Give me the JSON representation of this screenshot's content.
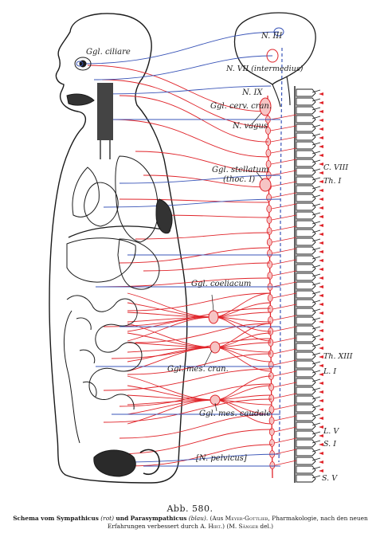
{
  "figure_number": "Abb. 580.",
  "caption": {
    "bold": "Schema vom Sympathicus",
    "sym_paren": "(rot)",
    "und": "und",
    "bold2": "Parasympathicus",
    "para_paren": "(blau).",
    "source_open": "(Aus",
    "authors": "Meyer-Gottlieb",
    "source_rest1": ", Pharmakologie, nach den neuen",
    "source_rest2": "Erfahrungen verbessert durch",
    "reviser": "A. Hirt.",
    "draftsman_open": ") (",
    "draftsman": "M. Sänger",
    "draftsman_close": "del.)"
  },
  "labels": {
    "ggl_ciliare": "Ggl. ciliare",
    "n_iii": "N. III",
    "n_vii": "N. VII (intermedius)",
    "n_ix": "N. IX",
    "ggl_cerv_cran": "Ggl. cerv. cran.",
    "n_vagus": "N. vagus",
    "ggl_stellatum": "Ggl. stellatum",
    "thoc_i": "(thoc. I)",
    "ggl_coeliacum": "Ggl. coeliacum",
    "ggl_mes_cran": "Ggl. mes. cran.",
    "ggl_mes_caudale": "Ggl. mes. caudale",
    "n_pelvicus": "[N. pelvicus]"
  },
  "segments": {
    "c_viii": "C. VIII",
    "th_i": "Th. I",
    "th_xiii": "Th. XIII",
    "l_i": "L. I",
    "l_v": "L. V",
    "s_i": "S. I",
    "s_v": "S. V"
  },
  "colors": {
    "sympathetic": "#e0242a",
    "parasympathetic": "#3a55b8",
    "outline": "#1a1a1a"
  }
}
